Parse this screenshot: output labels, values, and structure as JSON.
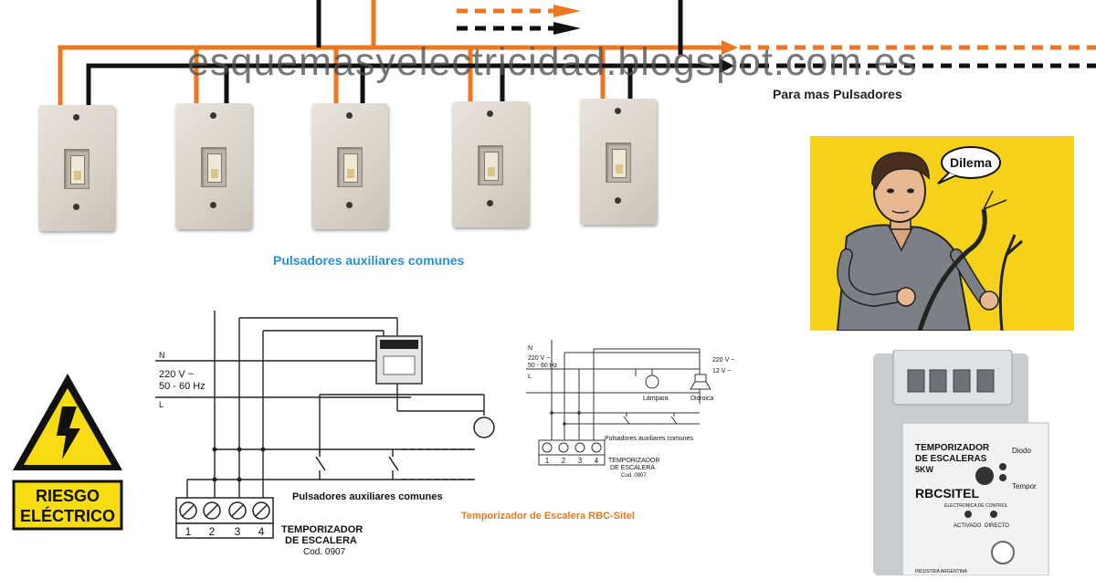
{
  "watermark": "esquemasyelectricidad.blogspot.com.es",
  "labels": {
    "more_pushbuttons": "Para mas Pulsadores",
    "aux_pushbuttons": "Pulsadores   auxiliares comunes",
    "timer_caption": "Temporizador de Escalera RBC-Sitel"
  },
  "warning_sign": {
    "line1": "RIESGO",
    "line2": "ELÉCTRICO"
  },
  "cartoon": {
    "speech": "Dilema"
  },
  "main_diagram": {
    "neutral": "N",
    "voltage": "220 V ~",
    "frequency": "50 - 60 Hz",
    "line": "L",
    "pushbuttons": "Pulsadores auxiliares comunes",
    "terminals": [
      "1",
      "2",
      "3",
      "4"
    ],
    "timer_line1": "TEMPORIZADOR",
    "timer_line2": "DE ESCALERA",
    "code": "Cod. 0907"
  },
  "small_diagram": {
    "neutral": "N",
    "voltage": "220 V ~",
    "frequency": "50 - 60 Hz",
    "line": "L",
    "supply_220": "220 V ~",
    "supply_12": "12 V ~",
    "lamp": "Lámpara",
    "dichroic": "Dicroica",
    "pushbuttons": "Pulsadores auxiliares comunes",
    "terminals": [
      "1",
      "2",
      "3",
      "4"
    ],
    "timer_line1": "TEMPORIZADOR",
    "timer_line2": "DE ESCALERA",
    "code": "Cod. 0907"
  },
  "device": {
    "title1": "TEMPORIZADOR",
    "title2": "DE ESCALERAS",
    "model": "5KW",
    "diode": "Diodo",
    "temp": "Tempor",
    "brand": "RBCSITEL",
    "brand_sub": "ELECTRONICA DE CONTROL",
    "activated": "ACTIVADO",
    "direct": "DIRECTO",
    "country": "INDUSTRIA ARGENTINA"
  },
  "colors": {
    "orange_wire": "#ee7722",
    "black_wire": "#111111",
    "caption_blue": "#2a8ed6",
    "caption_orange": "#ea7a1e",
    "panel_yellow": "#f6d11a"
  }
}
